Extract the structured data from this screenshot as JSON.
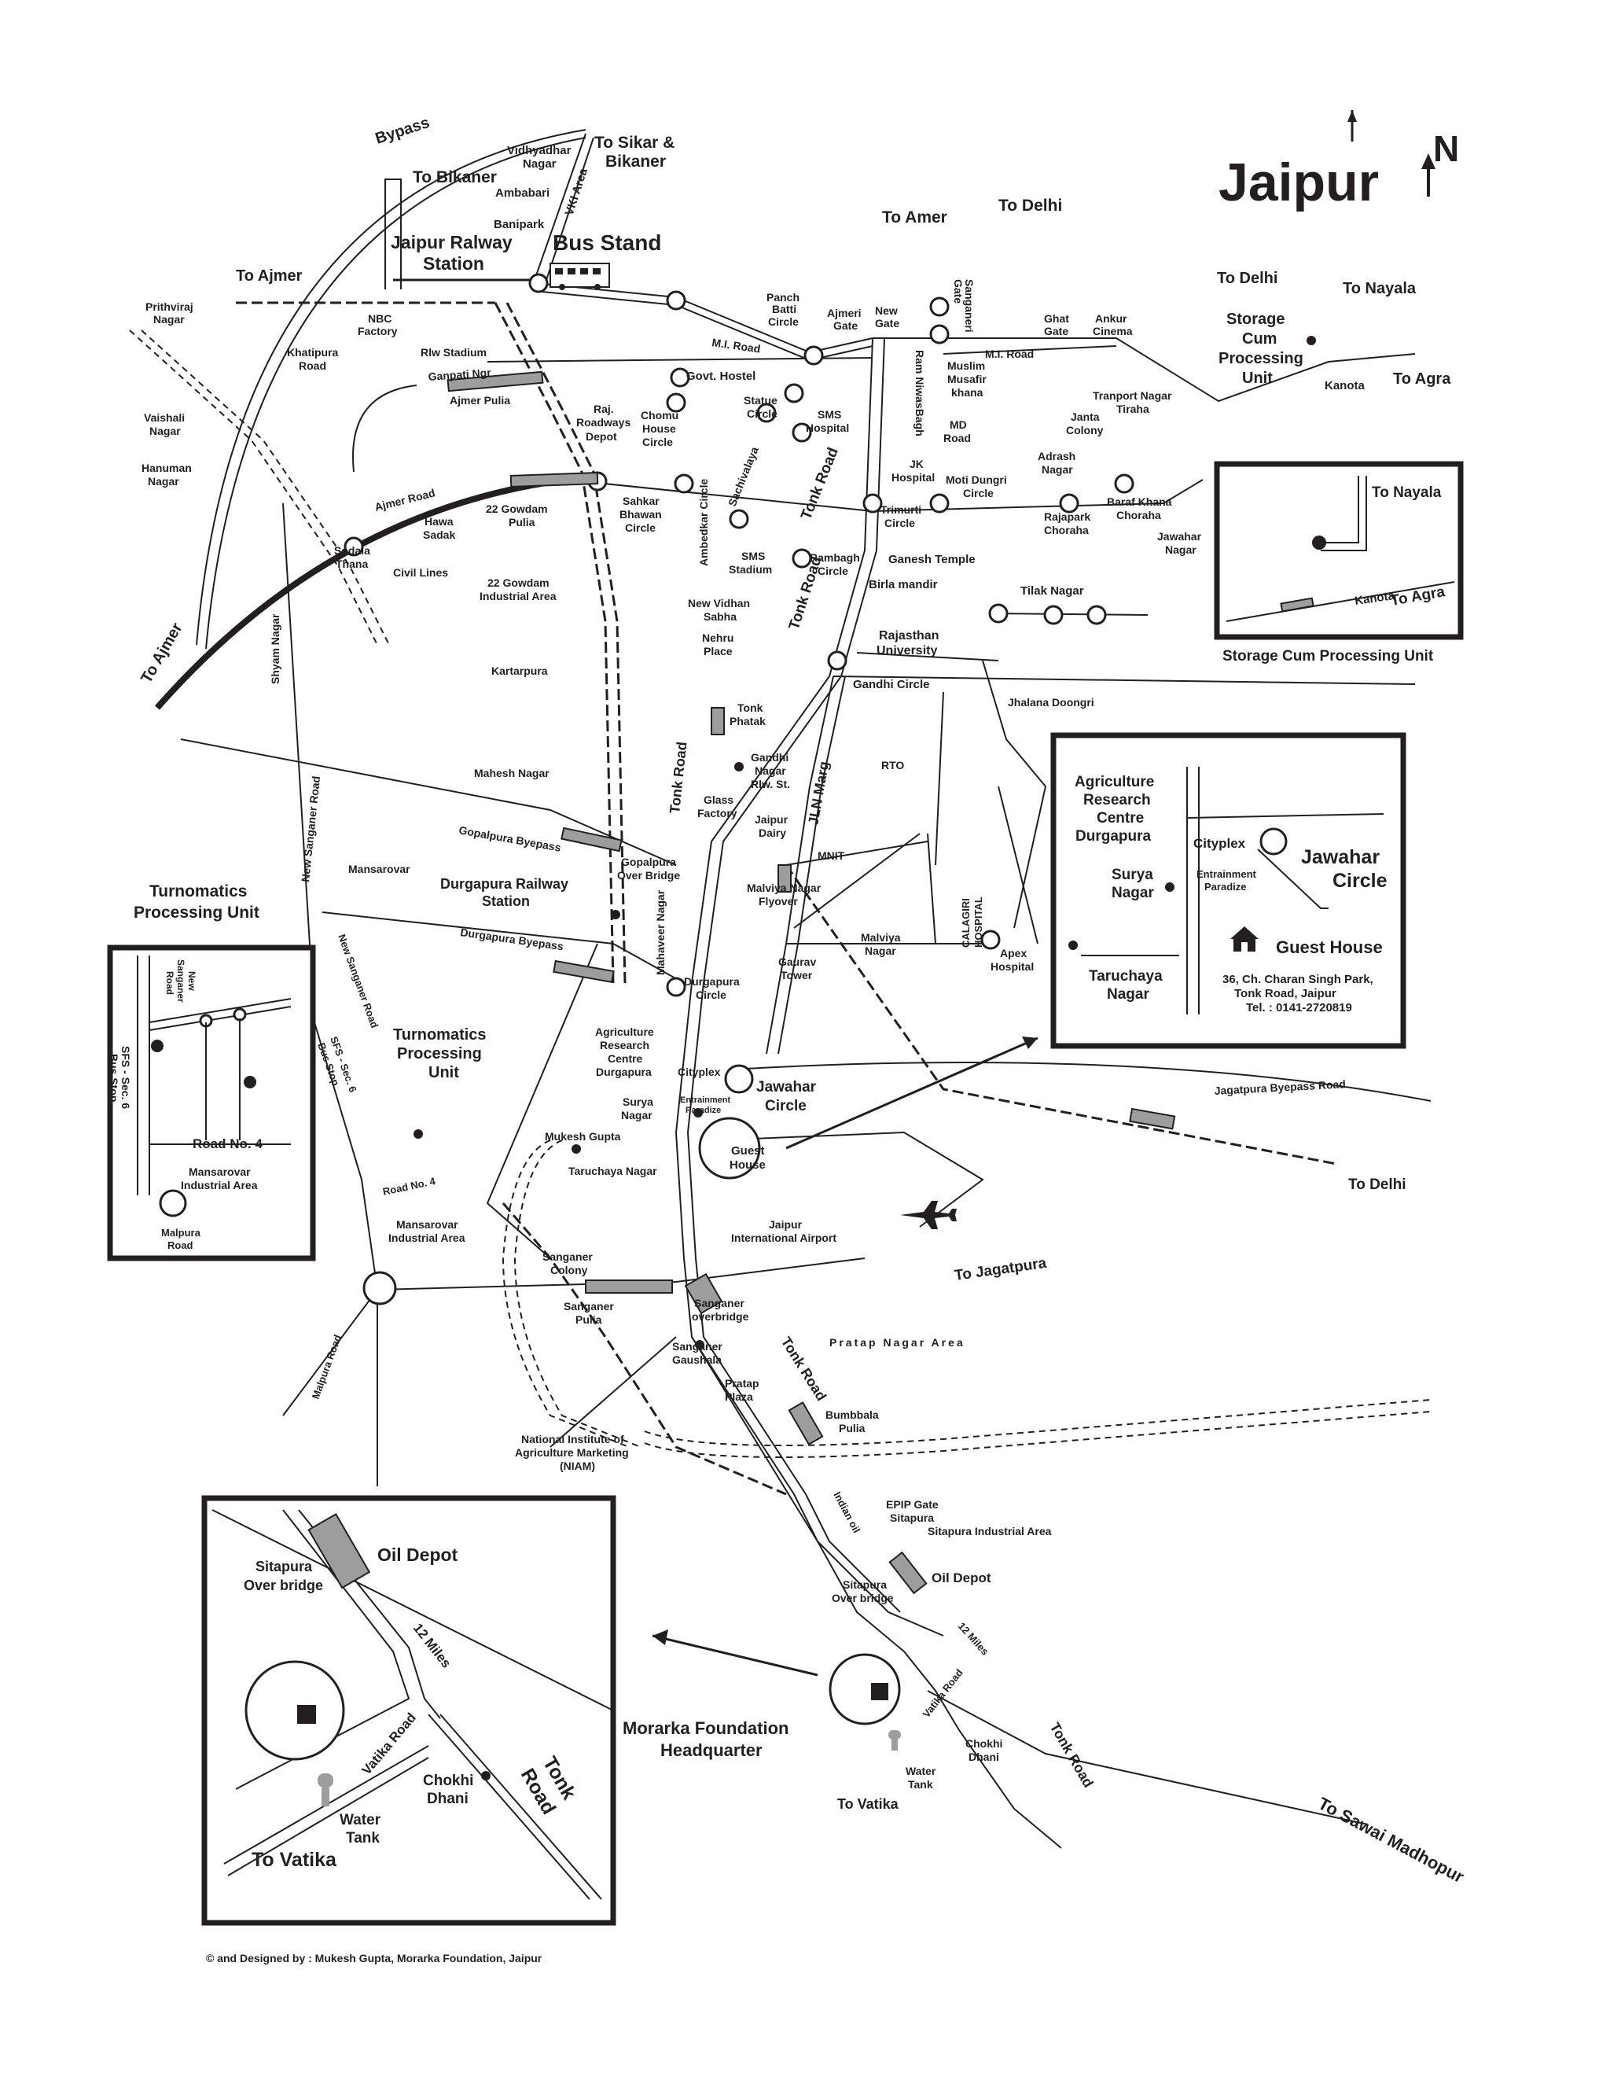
{
  "title": "Jaipur",
  "north": "N",
  "credit": "© and Designed by : Mukesh Gupta, Morarka Foundation, Jaipur",
  "colors": {
    "ink": "#231f20",
    "bridge": "#9d9d9d",
    "paper": "#ffffff"
  },
  "labels": {
    "bypass": "Bypass",
    "to_sikar_1": "To Sikar &",
    "to_sikar_2": "Bikaner",
    "to_bikaner": "To Bikaner",
    "vidhyadhar_1": "Vidhyadhar",
    "vidhyadhar_2": "Nagar",
    "ambabari": "Ambabari",
    "banipark": "Banipark",
    "vki_area": "VKI Area",
    "railway_station_1": "Jaipur Ralway",
    "railway_station_2": "Station",
    "bus_stand": "Bus Stand",
    "to_ajmer_top": "To Ajmer",
    "prithviraj_1": "Prithviraj",
    "prithviraj_2": "Nagar",
    "nbc_1": "NBC",
    "nbc_2": "Factory",
    "khatipura_1": "Khatipura",
    "khatipura_2": "Road",
    "rlw_stadium": "Rlw Stadium",
    "ganpati_ngr": "Ganpati Ngr",
    "ajmer_pulia": "Ajmer Pulia",
    "vaishali_1": "Vaishali",
    "vaishali_2": "Nagar",
    "hanuman_1": "Hanuman",
    "hanuman_2": "Nagar",
    "to_amer": "To Amer",
    "to_delhi_top": "To Delhi",
    "panch_batti_1": "Panch",
    "panch_batti_2": "Batti",
    "panch_batti_3": "Circle",
    "ajmeri_gate_1": "Ajmeri",
    "ajmeri_gate_2": "Gate",
    "new_gate_1": "New",
    "new_gate_2": "Gate",
    "sanganeri_1": "Sanganeri",
    "sanganeri_2": "Gate",
    "ghat_gate_1": "Ghat",
    "ghat_gate_2": "Gate",
    "ankur_1": "Ankur",
    "ankur_2": "Cinema",
    "to_delhi_right": "To Delhi",
    "to_nayala": "To Nayala",
    "storage_1": "Storage",
    "storage_2": "Cum",
    "storage_3": "Processing",
    "storage_4": "Unit",
    "kanota": "Kanota",
    "to_agra": "To Agra",
    "mi_road": "M.I. Road",
    "mi_road_right": "M.I. Road",
    "govt_hostel": "Govt. Hostel",
    "ram_niwas_bagh": "Ram NiwasBagh",
    "muslim_1": "Muslim",
    "muslim_2": "Musafir",
    "muslim_3": "khana",
    "raj_roadways_1": "Raj.",
    "raj_roadways_2": "Roadways",
    "raj_roadways_3": "Depot",
    "chomu_1": "Chomu",
    "chomu_2": "House",
    "chomu_3": "Circle",
    "statue_1": "Statue",
    "statue_2": "Circle",
    "sms_hospital_1": "SMS",
    "sms_hospital_2": "Hospital",
    "md_road_1": "MD",
    "md_road_2": "Road",
    "tranport_1": "Tranport Nagar",
    "tranport_2": "Tiraha",
    "janta_1": "Janta",
    "janta_2": "Colony",
    "jk_1": "JK",
    "jk_2": "Hospital",
    "moti_1": "Moti Dungri",
    "moti_2": "Circle",
    "adrash_1": "Adrash",
    "adrash_2": "Nagar",
    "ajmer_road": "Ajmer Road",
    "gowdam_pulia_1": "22 Gowdam",
    "gowdam_pulia_2": "Pulia",
    "hawa_1": "Hawa",
    "hawa_2": "Sadak",
    "sodala_1": "Sodala",
    "sodala_2": "Thana",
    "civil_lines": "Civil Lines",
    "sahkar_1": "Sahkar",
    "sahkar_2": "Bhawan",
    "sahkar_3": "Circle",
    "sachivalaya": "Sachivalaya",
    "tonk_road_1": "Tonk Road",
    "trimurti_1": "Trimurti",
    "trimurti_2": "Circle",
    "rajapark_1": "Rajapark",
    "rajapark_2": "Choraha",
    "baraf_1": "Baraf Khana",
    "baraf_2": "Choraha",
    "jawahar_nagar_1": "Jawahar",
    "jawahar_nagar_2": "Nagar",
    "ambedkar_circle": "Ambedkar Circle",
    "sms_stadium_1": "SMS",
    "sms_stadium_2": "Stadium",
    "rambagh_1": "Rambagh",
    "rambagh_2": "Circle",
    "ganesh_temple": "Ganesh Temple",
    "birla_mandir": "Birla mandir",
    "tilak_nagar": "Tilak Nagar",
    "gowdam_ind_1": "22 Gowdam",
    "gowdam_ind_2": "Industrial Area",
    "new_vidhan_1": "New Vidhan",
    "new_vidhan_2": "Sabha",
    "tonk_road_2": "Tonk Road",
    "nehru_1": "Nehru",
    "nehru_2": "Place",
    "rajasthan_1": "Rajasthan",
    "rajasthan_2": "University",
    "gandhi_circle": "Gandhi Circle",
    "jhalana": "Jhalana Doongri",
    "to_ajmer_left": "To Ajmer",
    "shyam_nagar": "Shyam Nagar",
    "kartarpura": "Kartarpura",
    "tonk_phatak_1": "Tonk",
    "tonk_phatak_2": "Phatak",
    "gandhi_nagar_1": "Gandhi",
    "gandhi_nagar_2": "Nagar",
    "gandhi_nagar_3": "Rlw. St.",
    "rto": "RTO",
    "tonk_road_3": "Tonk Road",
    "jln_marg": "JLN Marg",
    "glass_1": "Glass",
    "glass_2": "Factory",
    "jaipur_dairy_1": "Jaipur",
    "jaipur_dairy_2": "Dairy",
    "mahesh_nagar": "Mahesh Nagar",
    "new_sanganer_road": "New Sanganer Road",
    "gopalpura_byepass": "Gopalpura Byepass",
    "gopalpura_over_1": "Gopalpura",
    "gopalpura_over_2": "Over Bridge",
    "mnit": "MNIT",
    "calagiri_1": "CALAGIRI",
    "calagiri_2": "HOSPITAL",
    "mansarovar": "Mansarovar",
    "durgapura_rs_1": "Durgapura Railway",
    "durgapura_rs_2": "Station",
    "malviya_flyover_1": "Malviya Nagar",
    "malviya_flyover_2": "Flyover",
    "malviya_nagar_1": "Malviya",
    "malviya_nagar_2": "Nagar",
    "apex_1": "Apex",
    "apex_2": "Hospital",
    "durgapura_byepass": "Durgapura Byepass",
    "mahaveer_nagar": "Mahaveer Nagar",
    "gaurav_1": "Gaurav",
    "gaurav_2": "Tower",
    "durgapura_circle_1": "Durgapura",
    "durgapura_circle_2": "Circle",
    "turnomatics_big_1": "Turnomatics",
    "turnomatics_big_2": "Processing Unit",
    "turnomatics_1": "Turnomatics",
    "turnomatics_2": "Processing",
    "turnomatics_3": "Unit",
    "sfs_bus_stop": "SFS - Sec. 6",
    "sfs_bus_stop_2": "Bus Stop",
    "new_sanganer_road_2": "New Sanganer Road",
    "agri_1": "Agriculture",
    "agri_2": "Research",
    "agri_3": "Centre",
    "agri_4": "Durgapura",
    "cityplex": "Cityplex",
    "entrainment_1": "Entrainment",
    "entrainment_2": "Paradize",
    "jawahar_circle_1": "Jawahar",
    "jawahar_circle_2": "Circle",
    "surya_1": "Surya",
    "surya_2": "Nagar",
    "mukesh_gupta": "Mukesh Gupta",
    "guest_1": "Guest",
    "guest_2": "House",
    "taruchaya_nagar": "Taruchaya Nagar",
    "jagatpura_byepass": "Jagatpura Byepass Road",
    "to_delhi_bottom": "To Delhi",
    "road_no_4": "Road No. 4",
    "mansarovar_ind_1": "Mansarovar",
    "mansarovar_ind_2": "Industrial Area",
    "airport_1": "Jaipur",
    "airport_2": "International Airport",
    "to_jagatpura": "To Jagatpura",
    "sanganer_colony_1": "Sanganer",
    "sanganer_colony_2": "Colony",
    "sanganer_pulia_1": "Sanganer",
    "sanganer_pulia_2": "Pulia",
    "sanganer_over_1": "Sanganer",
    "sanganer_over_2": "overbridge",
    "pratap_nagar_area": "Pratap Nagar Area",
    "malpura_road": "Malpura Road",
    "gaushala_1": "Sanganer",
    "gaushala_2": "Gaushala",
    "tonk_road_4": "Tonk Road",
    "pratap_plaza_1": "Pratap",
    "pratap_plaza_2": "Plaza",
    "bumbbala_1": "Bumbbala",
    "bumbbala_2": "Pulia",
    "niam_1": "National Institute of",
    "niam_2": "Agriculture Marketing",
    "niam_3": "(NIAM)",
    "indian_oil": "Indian oil",
    "epip_1": "EPIP Gate",
    "epip_2": "Sitapura",
    "sitapura_ind": "Sitapura Industrial Area",
    "sitapura_over_1": "Sitapura",
    "sitapura_over_2": "Over bridge",
    "oil_depot": "Oil Depot",
    "twelve_miles": "12 Miles",
    "vatika_road": "Vatika Road",
    "chokhi_1": "Chokhi",
    "chokhi_2": "Dhani",
    "tonk_road_5": "Tonk Road",
    "water_1": "Water",
    "water_2": "Tank",
    "to_vatika": "To Vatika",
    "to_sawai": "To Sawai Madhopur",
    "morarka_1": "Morarka Foundation",
    "morarka_2": "Headquarter"
  },
  "inset_storage": {
    "to_nayala": "To Nayala",
    "kanota": "Kanota",
    "to_agra": "To Agra",
    "caption": "Storage Cum Processing Unit"
  },
  "inset_jawahar": {
    "agri_1": "Agriculture",
    "agri_2": "Research",
    "agri_3": "Centre",
    "agri_4": "Durgapura",
    "cityplex": "Cityplex",
    "jawahar_1": "Jawahar",
    "jawahar_2": "Circle",
    "surya_1": "Surya",
    "surya_2": "Nagar",
    "entrainment_1": "Entrainment",
    "entrainment_2": "Paradize",
    "guest_house": "Guest House",
    "taruchaya_1": "Taruchaya",
    "taruchaya_2": "Nagar",
    "address_1": "36, Ch. Charan Singh Park,",
    "address_2": "Tonk Road, Jaipur",
    "address_3": "Tel. : 0141-2720819"
  },
  "inset_turnomatics": {
    "new_sanganer_1": "New",
    "new_sanganer_2": "Sanganer",
    "new_sanganer_3": "Road",
    "sfs_1": "SFS - Sec. 6",
    "sfs_2": "Bus Stop",
    "road_no_4": "Road No. 4",
    "mansarovar_1": "Mansarovar",
    "mansarovar_2": "Industrial Area",
    "malpura_1": "Malpura",
    "malpura_2": "Road"
  },
  "inset_morarka": {
    "sitapura_1": "Sitapura",
    "sitapura_2": "Over bridge",
    "oil_depot": "Oil Depot",
    "twelve_miles": "12 Miles",
    "vatika_road": "Vatika Road",
    "chokhi_1": "Chokhi",
    "chokhi_2": "Dhani",
    "tonk_1": "Tonk",
    "tonk_2": "Road",
    "water_1": "Water",
    "water_2": "Tank",
    "to_vatika": "To Vatika"
  },
  "icons": [
    "north-arrow-icon",
    "bus-icon",
    "airplane-icon",
    "guest-house-icon",
    "water-tank-icon",
    "train-icon"
  ]
}
